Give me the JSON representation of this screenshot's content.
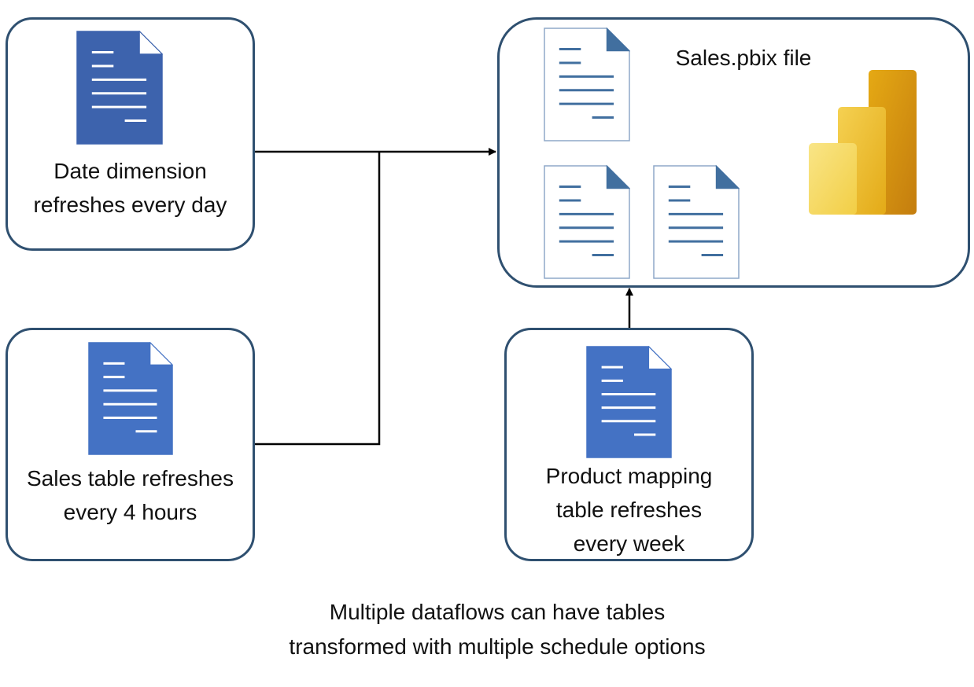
{
  "nodes": {
    "date_dimension": {
      "label_line1": "Date dimension",
      "label_line2": "refreshes every day",
      "icon": "document-icon",
      "color": "#3d63ad"
    },
    "sales_table": {
      "label_line1": "Sales table refreshes",
      "label_line2": "every 4 hours",
      "icon": "document-icon",
      "color": "#4472c4"
    },
    "product_mapping": {
      "label_line1": "Product mapping",
      "label_line2": "table refreshes",
      "label_line3": "every week",
      "icon": "document-icon",
      "color": "#4472c4"
    },
    "pbix": {
      "label": "Sales.pbix file",
      "icons": [
        "document-outline-icon",
        "document-outline-icon",
        "document-outline-icon",
        "power-bi-logo"
      ],
      "color": "#416f9f"
    }
  },
  "caption": {
    "line1": "Multiple dataflows can have tables",
    "line2": "transformed with multiple schedule options"
  },
  "colors": {
    "border": "#2f5070",
    "connector": "#000000"
  }
}
